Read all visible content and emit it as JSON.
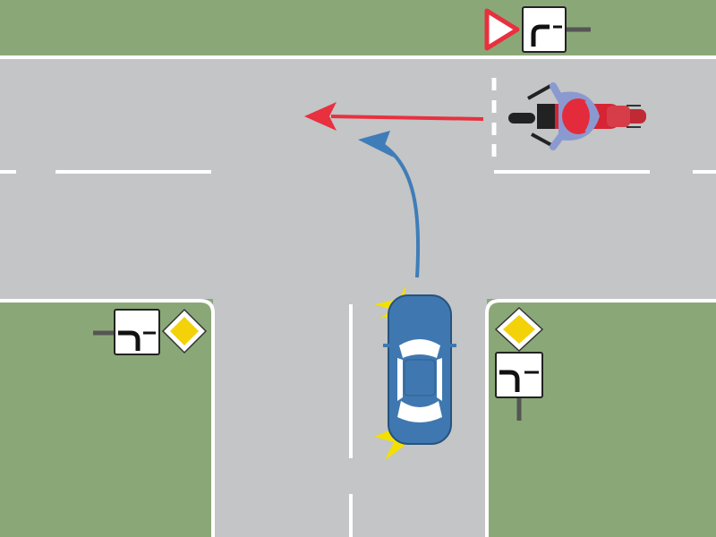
{
  "scene": {
    "description_free": true,
    "colors": {
      "grass": "#8aa877",
      "road": "#c3c5c6",
      "marking": "#ffffff",
      "car_body": "#3f78b0",
      "car_window": "#ffffff",
      "turn_signal": "#f4e000",
      "car_path_arrow": "#3f7db8",
      "moto_path_arrow": "#e8303f",
      "motorcycle": "#d62434",
      "rider": "#8a9ad0",
      "priority_sign": "#f3d20a",
      "yield_sign_border": "#e8303f",
      "sign_pole": "#555555"
    },
    "signs": [
      {
        "id": "top-yield",
        "type": "give-way",
        "icon": "triangle-yield-icon"
      },
      {
        "id": "top-lane-layout",
        "type": "priority-road-direction",
        "icon": "road-layout-icon"
      },
      {
        "id": "left-priority",
        "type": "priority-road",
        "icon": "yellow-diamond-icon"
      },
      {
        "id": "left-lane-layout",
        "type": "priority-road-direction",
        "icon": "road-layout-icon"
      },
      {
        "id": "right-priority",
        "type": "priority-road",
        "icon": "yellow-diamond-icon"
      },
      {
        "id": "right-lane-layout",
        "type": "priority-road-direction",
        "icon": "road-layout-icon"
      }
    ],
    "vehicles": [
      {
        "id": "car",
        "type": "sedan",
        "signal": "left-turn-indicators-on"
      },
      {
        "id": "motorcycle",
        "type": "motorcycle-with-rider"
      }
    ]
  }
}
